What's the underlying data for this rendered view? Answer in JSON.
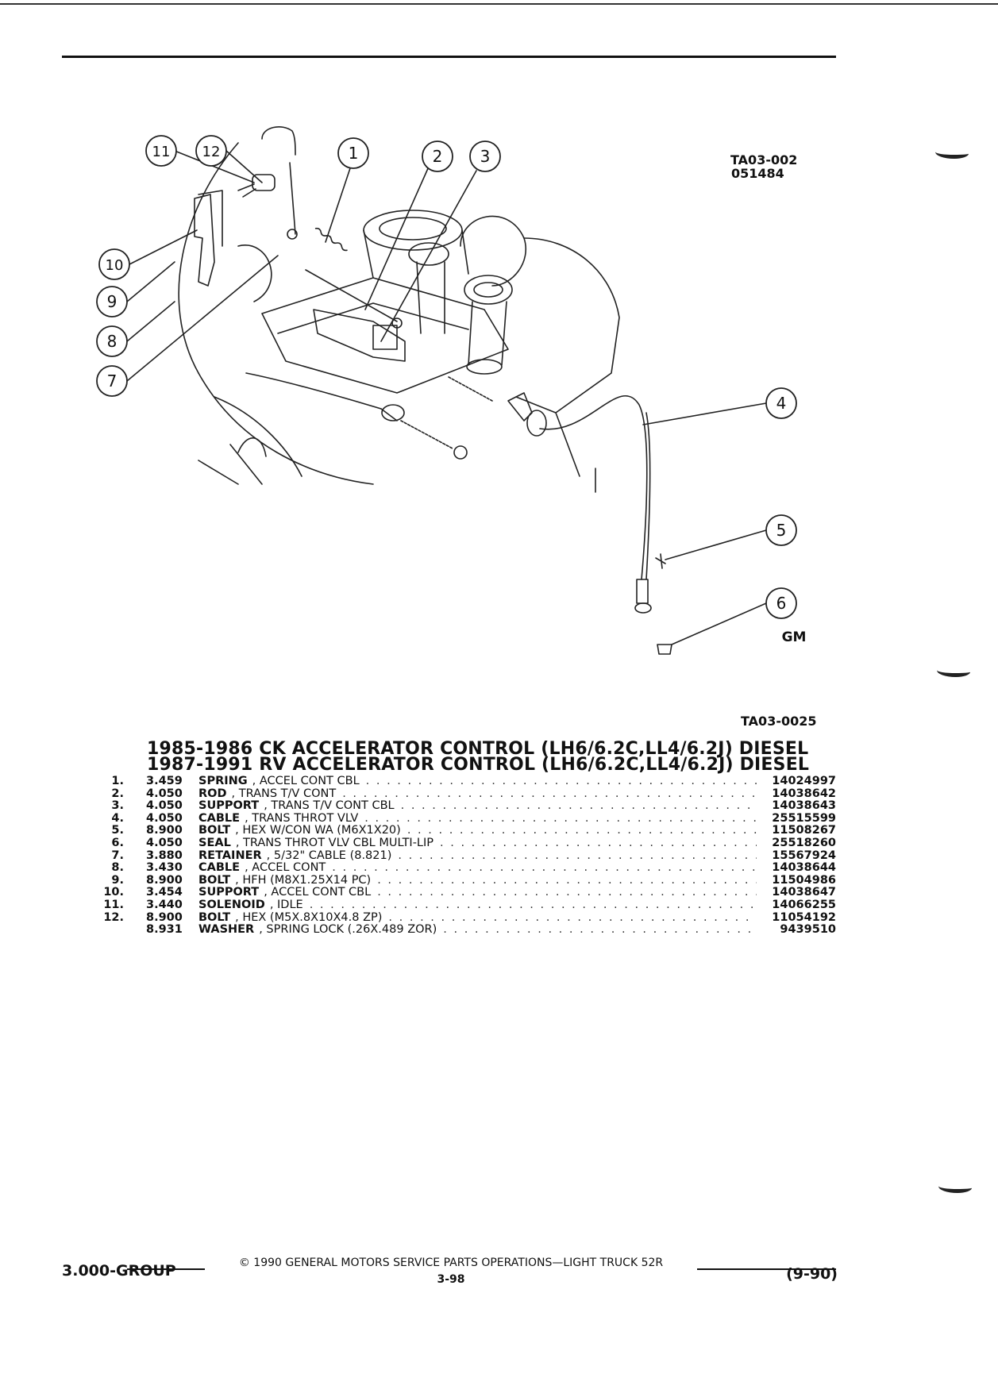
{
  "figure": {
    "code_top": "TA03-002",
    "code_sub": "051484",
    "code_bottom": "TA03-0025",
    "brand_mark": "GM",
    "callouts": [
      "1",
      "2",
      "3",
      "4",
      "5",
      "6",
      "7",
      "8",
      "9",
      "10",
      "11",
      "12"
    ]
  },
  "headings": [
    "1985-1986 CK ACCELERATOR CONTROL (LH6/6.2C,LL4/6.2J) DIESEL",
    "1987-1991 RV ACCELERATOR CONTROL (LH6/6.2C,LL4/6.2J) DIESEL"
  ],
  "parts": [
    {
      "num": "1.",
      "group": "3.459",
      "name": "SPRING",
      "desc": ", ACCEL CONT CBL",
      "part": "14024997"
    },
    {
      "num": "2.",
      "group": "4.050",
      "name": "ROD",
      "desc": ", TRANS T/V CONT",
      "part": "14038642"
    },
    {
      "num": "3.",
      "group": "4.050",
      "name": "SUPPORT",
      "desc": ", TRANS T/V CONT CBL",
      "part": "14038643"
    },
    {
      "num": "4.",
      "group": "4.050",
      "name": "CABLE",
      "desc": ", TRANS THROT VLV",
      "part": "25515599"
    },
    {
      "num": "5.",
      "group": "8.900",
      "name": "BOLT",
      "desc": ", HEX W/CON WA (M6X1X20)",
      "part": "11508267"
    },
    {
      "num": "6.",
      "group": "4.050",
      "name": "SEAL",
      "desc": ", TRANS THROT VLV CBL MULTI-LIP",
      "part": "25518260"
    },
    {
      "num": "7.",
      "group": "3.880",
      "name": "RETAINER",
      "desc": ", 5/32\" CABLE (8.821)",
      "part": "15567924"
    },
    {
      "num": "8.",
      "group": "3.430",
      "name": "CABLE",
      "desc": ", ACCEL CONT",
      "part": "14038644"
    },
    {
      "num": "9.",
      "group": "8.900",
      "name": "BOLT",
      "desc": ", HFH (M8X1.25X14 PC)",
      "part": "11504986"
    },
    {
      "num": "10.",
      "group": "3.454",
      "name": "SUPPORT",
      "desc": ", ACCEL CONT CBL",
      "part": "14038647"
    },
    {
      "num": "11.",
      "group": "3.440",
      "name": "SOLENOID",
      "desc": ", IDLE",
      "part": "14066255"
    },
    {
      "num": "12.",
      "group": "8.900",
      "name": "BOLT",
      "desc": ", HEX (M5X.8X10X4.8 ZP)",
      "part": "11054192"
    },
    {
      "num": "",
      "group": "8.931",
      "name": "WASHER",
      "desc": ", SPRING LOCK (.26X.489 ZOR)",
      "part": "9439510"
    }
  ],
  "footer": {
    "group": "3.000-GROUP",
    "copyright": "© 1990 GENERAL MOTORS SERVICE PARTS OPERATIONS—LIGHT TRUCK 52R",
    "page": "3-98",
    "date": "(9-90)"
  }
}
